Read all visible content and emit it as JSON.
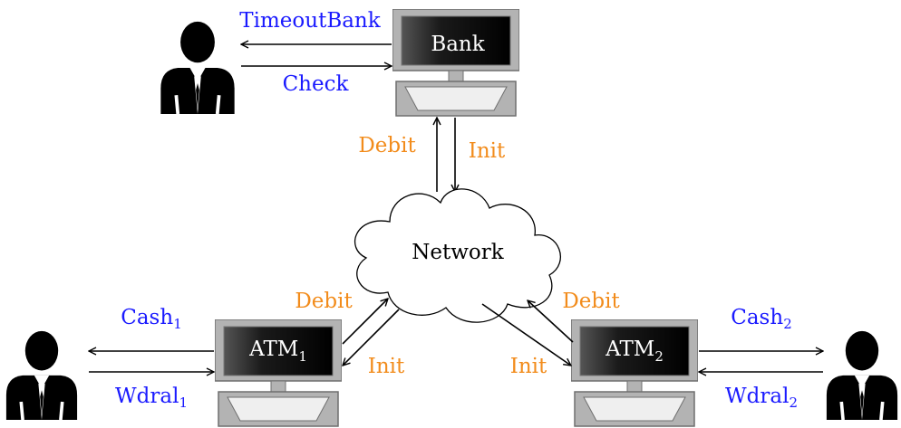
{
  "colors": {
    "event_external": "#1a1aff",
    "event_network": "#f28c1c",
    "screen_dark": "#111111",
    "frame_gray": "#aaaaaa"
  },
  "nodes": {
    "bank": {
      "label": "Bank"
    },
    "atm1": {
      "label": "ATM",
      "sub": "1"
    },
    "atm2": {
      "label": "ATM",
      "sub": "2"
    },
    "network": {
      "label": "Network"
    }
  },
  "edges": {
    "bank_user_out": "TimeoutBank",
    "bank_user_in": "Check",
    "bank_net_out": "Debit",
    "bank_net_in": "Init",
    "atm1_user_out": {
      "label": "Cash",
      "sub": "1"
    },
    "atm1_user_in": {
      "label": "Wdral",
      "sub": "1"
    },
    "atm1_net_out": "Debit",
    "atm1_net_in": "Init",
    "atm2_user_out": {
      "label": "Cash",
      "sub": "2"
    },
    "atm2_user_in": {
      "label": "Wdral",
      "sub": "2"
    },
    "atm2_net_out": "Debit",
    "atm2_net_in": "Init"
  },
  "icons": {
    "user": "person-icon",
    "computer": "computer-icon",
    "cloud": "cloud-icon"
  }
}
